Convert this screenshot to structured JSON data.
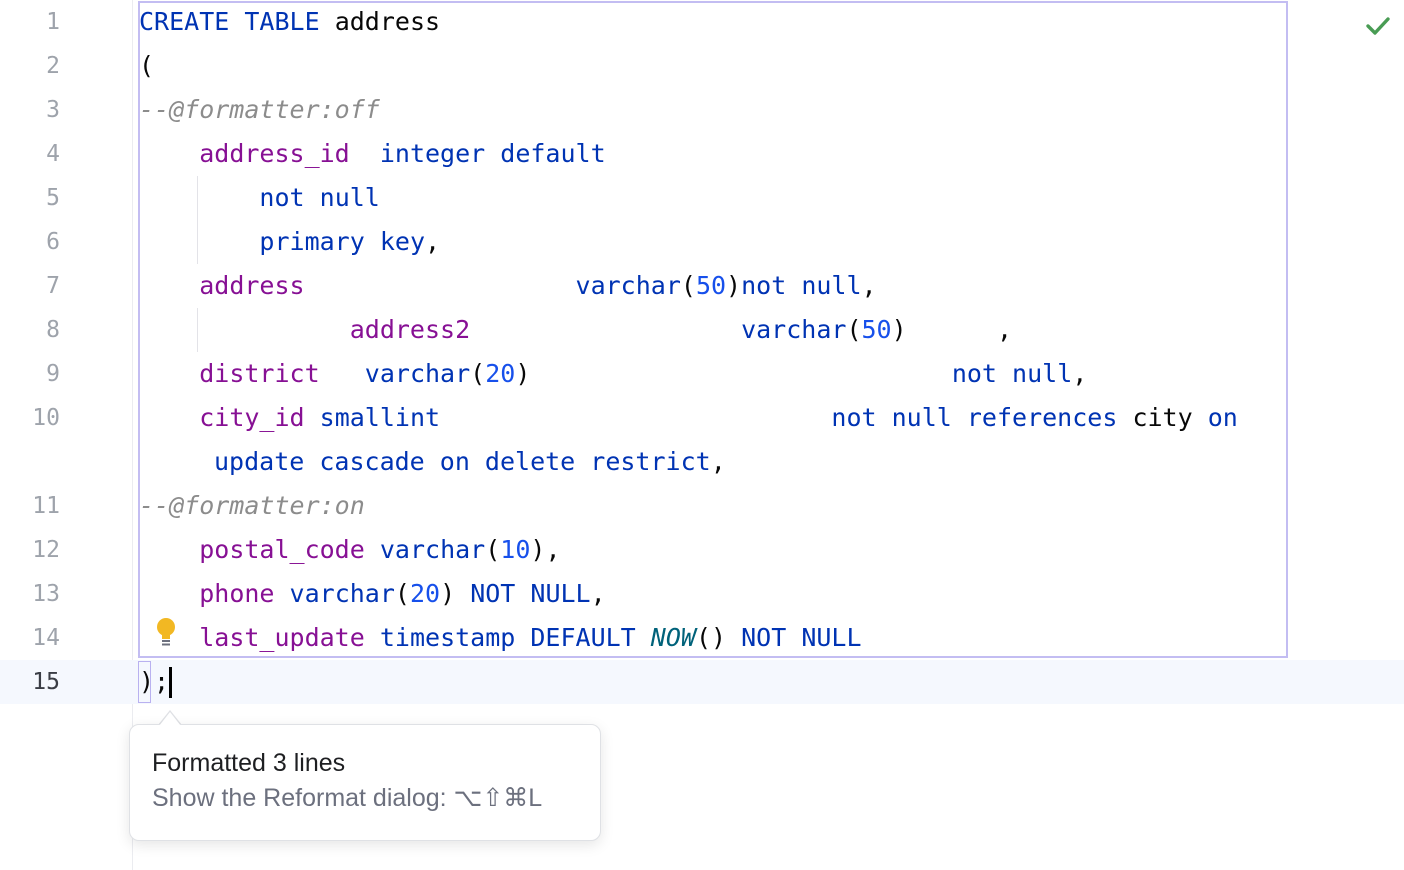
{
  "editor": {
    "lines": {
      "l1": {
        "number": "1",
        "t1": "CREATE",
        "t2": " ",
        "t3": "TABLE",
        "t4": " address"
      },
      "l2": {
        "number": "2",
        "t1": "("
      },
      "l3": {
        "number": "3",
        "t1": "--@formatter:off"
      },
      "l4": {
        "number": "4",
        "t1": "    ",
        "t2": "address_id",
        "t3": "  ",
        "t4": "integer",
        "t5": " ",
        "t6": "default"
      },
      "l5": {
        "number": "5",
        "t1": "        ",
        "t2": "not",
        "t3": " ",
        "t4": "null"
      },
      "l6": {
        "number": "6",
        "t1": "        ",
        "t2": "primary",
        "t3": " ",
        "t4": "key",
        "t5": ","
      },
      "l7": {
        "number": "7",
        "t1": "    ",
        "t2": "address",
        "t3": "                  ",
        "t4": "varchar",
        "t5": "(",
        "t6": "50",
        "t7": ")",
        "t8": "not",
        "t9": " ",
        "t10": "null",
        "t11": ","
      },
      "l8": {
        "number": "8",
        "t1": "              ",
        "t2": "address2",
        "t3": "                  ",
        "t4": "varchar",
        "t5": "(",
        "t6": "50",
        "t7": ")      ,"
      },
      "l9": {
        "number": "9",
        "t1": "    ",
        "t2": "district",
        "t3": "   ",
        "t4": "varchar",
        "t5": "(",
        "t6": "20",
        "t7": ")                            ",
        "t8": "not",
        "t9": " ",
        "t10": "null",
        "t11": ","
      },
      "l10": {
        "number": "10",
        "t1": "    ",
        "t2": "city_id",
        "t3": " ",
        "t4": "smallint",
        "t5": "                          ",
        "t6": "not null references",
        "t7": " city ",
        "t8": "on"
      },
      "l10b": {
        "t1": "update cascade on delete restrict",
        "t2": ","
      },
      "l11": {
        "number": "11",
        "t1": "--@formatter:on"
      },
      "l12": {
        "number": "12",
        "t1": "    ",
        "t2": "postal_code",
        "t3": " ",
        "t4": "varchar",
        "t5": "(",
        "t6": "10",
        "t7": "),"
      },
      "l13": {
        "number": "13",
        "t1": "    ",
        "t2": "phone",
        "t3": " ",
        "t4": "varchar",
        "t5": "(",
        "t6": "20",
        "t7": ") ",
        "t8": "NOT NULL",
        "t9": ","
      },
      "l14": {
        "number": "14",
        "t1": "    ",
        "t2": "last_update",
        "t3": " ",
        "t4": "timestamp DEFAULT",
        "t5": " ",
        "t6": "NOW",
        "t7": "() ",
        "t8": "NOT NULL"
      },
      "l15": {
        "number": "15",
        "t1": ");"
      }
    }
  },
  "icons": {
    "inspection_ok": "checkmark-icon",
    "intention": "lightbulb-icon"
  },
  "tooltip": {
    "title": "Formatted 3 lines",
    "subtitle": "Show the Reformat dialog: ⌥⇧⌘L"
  },
  "colors": {
    "keyword": "#0033b3",
    "number": "#1750eb",
    "column": "#871094",
    "comment": "#8c8c8c",
    "function": "#00627a",
    "selection_border": "#c3bdf2",
    "check": "#499c54",
    "bulb": "#f2b823"
  }
}
